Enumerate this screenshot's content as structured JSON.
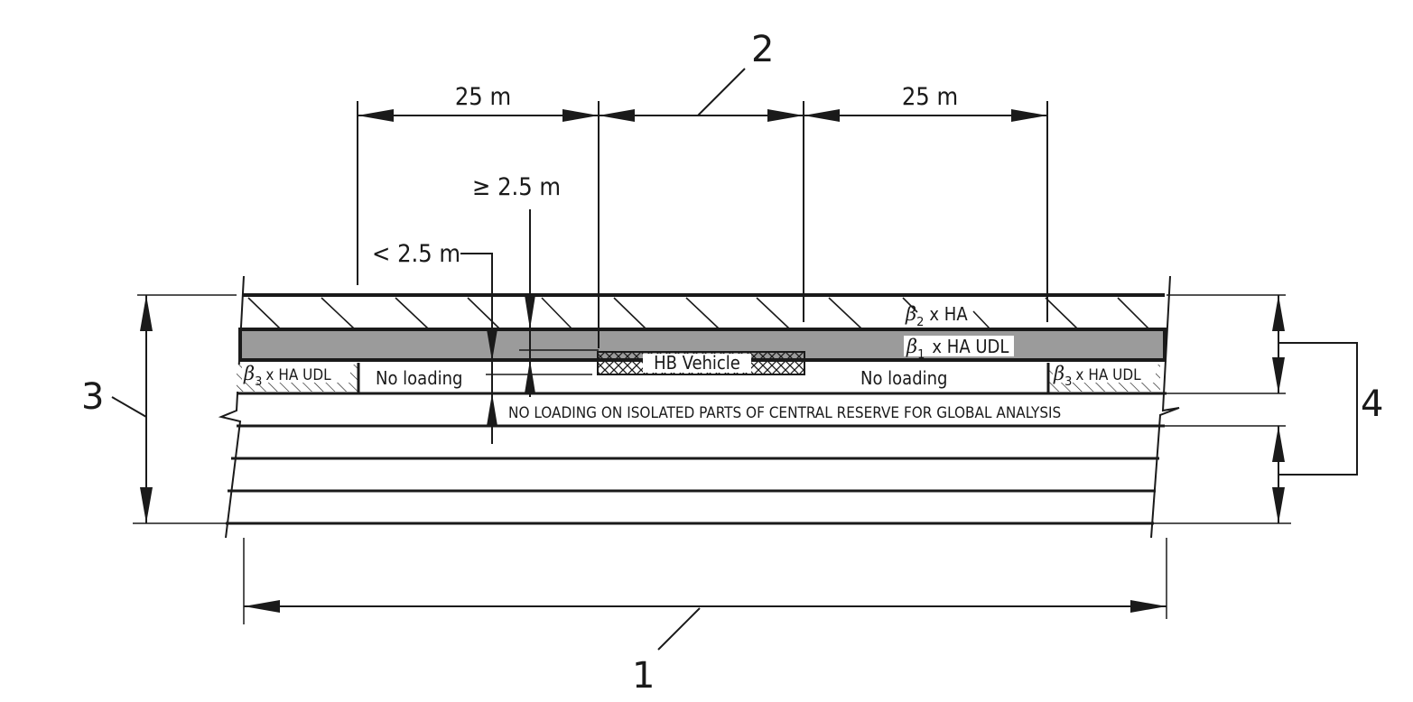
{
  "callouts": {
    "c1": "1",
    "c2": "2",
    "c3": "3",
    "c4": "4"
  },
  "dimensions": {
    "left_span": "25 m",
    "right_span": "25 m",
    "gap_ge": "≥ 2.5 m",
    "gap_lt": "< 2.5 m"
  },
  "loads": {
    "beta2_symbol": "β",
    "beta2_sub": "2",
    "beta2_text": "x HA",
    "beta1_symbol": "β",
    "beta1_sub": "1",
    "beta1_text": "x HA UDL",
    "beta3_symbol": "β",
    "beta3_sub": "3",
    "beta3_text": "x HA UDL",
    "hb_vehicle": "HB  Vehicle",
    "no_loading": "No loading",
    "central_reserve": "NO LOADING ON ISOLATED PARTS OF CENTRAL RESERVE FOR GLOBAL ANALYSIS"
  },
  "colors": {
    "line": "#1a1a1a",
    "beta1_band": "#9b9b9b",
    "background": "#ffffff"
  }
}
